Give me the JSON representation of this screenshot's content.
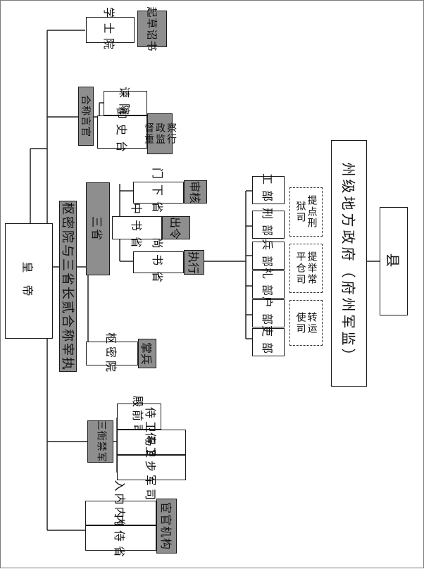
{
  "emperor": "皇  帝",
  "academy": {
    "name": "学士院",
    "role": "起草诏书"
  },
  "censors": {
    "group": "合称言官",
    "remonstrance": "谏院",
    "censorate": "御史台",
    "role": [
      "察行",
      "政监",
      "督重"
    ]
  },
  "council": "枢密院与三省长贰合称宰执",
  "privy": {
    "name": "枢密院",
    "role": "掌兵"
  },
  "three_depts": {
    "label": "三省",
    "menxia": {
      "name": "门下省",
      "role": "审核"
    },
    "zhongshu": {
      "name": "中书省",
      "role": "出令"
    },
    "shangshu": {
      "name": "尚书省",
      "role": "执行"
    }
  },
  "ministries": [
    "吏部",
    "户部",
    "礼部",
    "兵部",
    "刑部",
    "工部"
  ],
  "fiscal": [
    {
      "label": "转运使司",
      "cols": [
        "转运",
        "使司"
      ]
    },
    {
      "label": "提举常平仓司",
      "cols": [
        "提举常",
        "平仓司"
      ]
    },
    {
      "label": "提点刑狱司",
      "cols": [
        "提点刑",
        "狱司"
      ]
    }
  ],
  "local_gov": "州级地方政府（府州军监）",
  "county": "县",
  "guards": {
    "label": "三衙禁军",
    "units": [
      "殿前司",
      "侍卫马军司",
      "侍卫步军司"
    ]
  },
  "eunuch": {
    "units": [
      "入内内侍省",
      "内侍省"
    ],
    "role": "宦官机构"
  }
}
